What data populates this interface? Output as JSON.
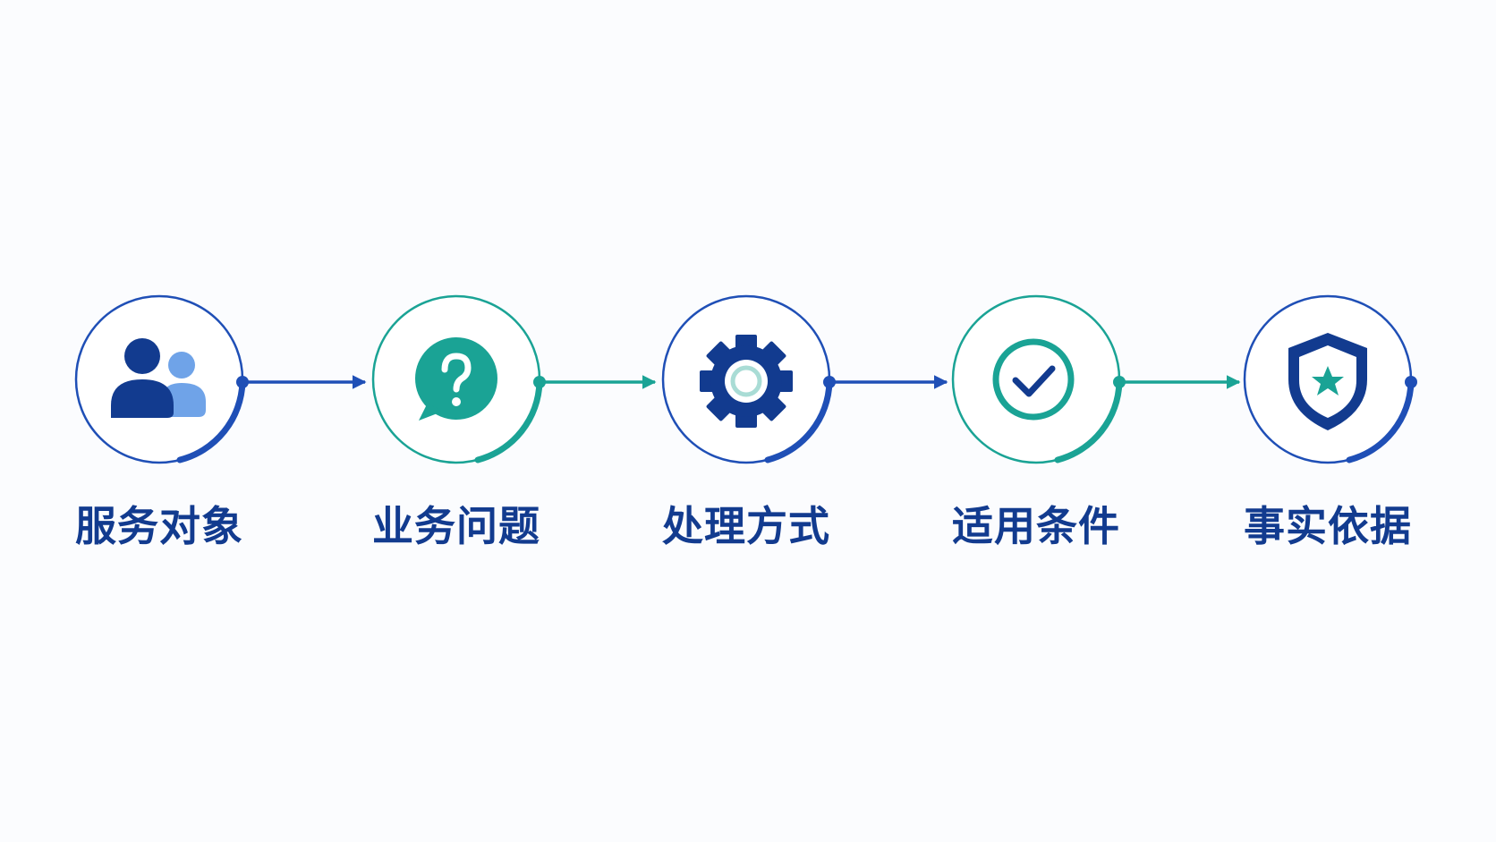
{
  "colors": {
    "navy": "#123b8f",
    "blue": "#1f4fb6",
    "light_blue": "#6fa3e8",
    "teal": "#1aa395",
    "light_teal": "#a9dcd5"
  },
  "steps": [
    {
      "label": "服务对象",
      "icon": "users-icon",
      "accent": "blue"
    },
    {
      "label": "业务问题",
      "icon": "question-bubble-icon",
      "accent": "teal"
    },
    {
      "label": "处理方式",
      "icon": "gear-icon",
      "accent": "blue"
    },
    {
      "label": "适用条件",
      "icon": "check-circle-icon",
      "accent": "teal"
    },
    {
      "label": "事实依据",
      "icon": "shield-star-icon",
      "accent": "blue"
    }
  ]
}
